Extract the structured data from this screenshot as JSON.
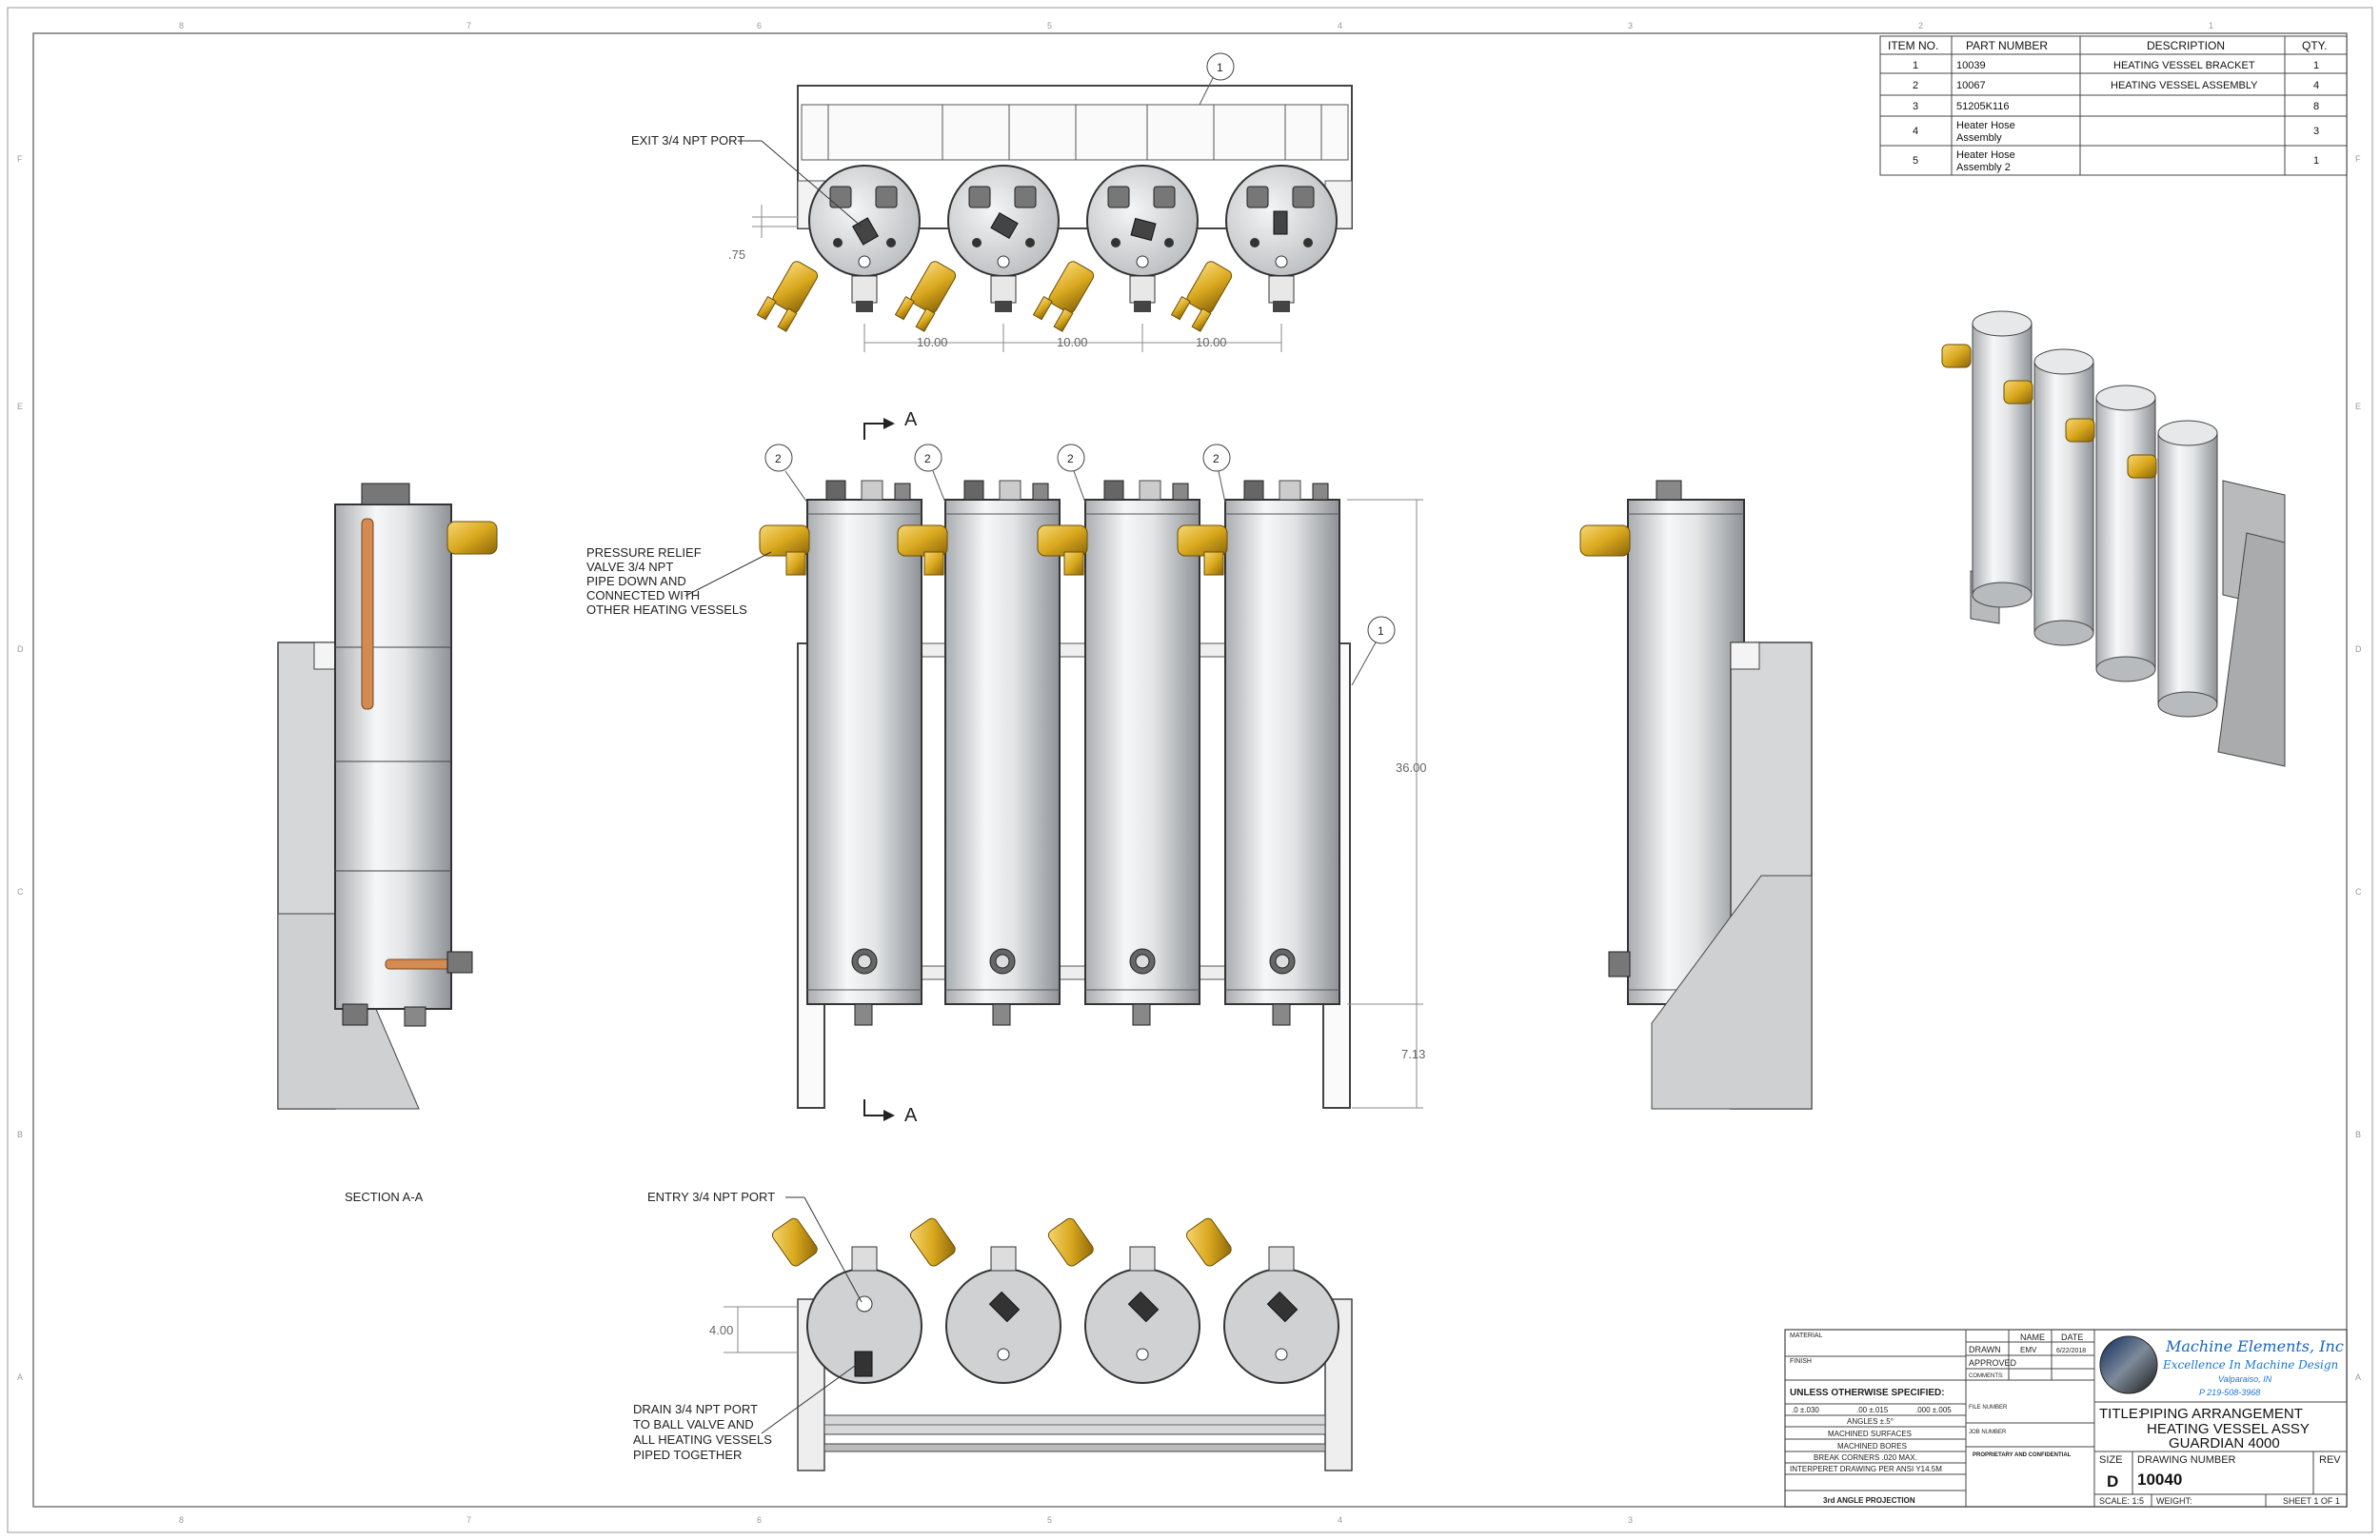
{
  "bom": {
    "headers": [
      "ITEM NO.",
      "PART NUMBER",
      "DESCRIPTION",
      "QTY."
    ],
    "rows": [
      {
        "item": "1",
        "part": "10039",
        "desc": "HEATING VESSEL BRACKET",
        "qty": "1"
      },
      {
        "item": "2",
        "part": "10067",
        "desc": "HEATING VESSEL ASSEMBLY",
        "qty": "4"
      },
      {
        "item": "3",
        "part": "51205K116",
        "desc": "",
        "qty": "8"
      },
      {
        "item": "4",
        "part": [
          "Heater Hose",
          "Assembly"
        ],
        "desc": "",
        "qty": "3"
      },
      {
        "item": "5",
        "part": [
          "Heater Hose",
          "Assembly 2"
        ],
        "desc": "",
        "qty": "1"
      }
    ]
  },
  "annotations": {
    "exit_port": "EXIT 3/4 NPT PORT",
    "relief_valve": [
      "PRESSURE RELIEF",
      "VALVE 3/4 NPT",
      "PIPE DOWN AND",
      "CONNECTED WITH",
      "OTHER HEATING VESSELS"
    ],
    "entry_port": "ENTRY 3/4 NPT PORT",
    "drain_port": [
      "DRAIN 3/4 NPT PORT",
      "TO BALL VALVE AND",
      "ALL HEATING VESSELS",
      "PIPED TOGETHER"
    ],
    "section_label": "SECTION A-A",
    "section_marker": "A"
  },
  "balloons": {
    "one": "1",
    "two": "2"
  },
  "dimensions": {
    "top_offset": ".75",
    "spacing": "10.00",
    "height": "36.00",
    "leg": "7.13",
    "bottom_offset": "4.00"
  },
  "border": {
    "columns": [
      "8",
      "7",
      "6",
      "5",
      "4",
      "3",
      "2",
      "1"
    ],
    "rows": [
      "F",
      "E",
      "D",
      "C",
      "B",
      "A"
    ]
  },
  "title_block": {
    "material": "MATERIAL",
    "finish": "FINISH",
    "name_hdr": "NAME",
    "date_hdr": "DATE",
    "drawn": "DRAWN",
    "drawn_name": "EMV",
    "drawn_date": "6/22/2018",
    "approved": "APPROVED",
    "comments": "COMMENTS:",
    "unless": "UNLESS OTHERWISE SPECIFIED:",
    "tol1": ".0 ±.030",
    "tol2": ".00 ±.015",
    "tol3": ".000 ±.005",
    "angles": "ANGLES ±.5°",
    "machined_surfaces": "MACHINED SURFACES",
    "machined_bores": "MACHINED BORES",
    "break_corners": "BREAK CORNERS .020 MAX.",
    "interpret": "INTERPERET DRAWING PER ANSI Y14.5M",
    "projection": "3rd ANGLE PROJECTION",
    "file_number": "FILE NUMBER",
    "job_number": "JOB NUMBER",
    "proprietary": "PROPRIETARY AND CONFIDENTIAL",
    "company": "Machine Elements, Inc",
    "tagline": "Excellence In Machine Design",
    "city": "Valparaiso, IN",
    "phone": "P  219-508-3968",
    "title_label": "TITLE:",
    "title_lines": [
      "PIPING ARRANGEMENT",
      "HEATING VESSEL ASSY",
      "GUARDIAN 4000"
    ],
    "size_label": "SIZE",
    "size": "D",
    "drawing_number_label": "DRAWING NUMBER",
    "drawing_number": "10040",
    "rev_label": "REV",
    "scale": "SCALE: 1:5",
    "weight": "WEIGHT:",
    "sheet": "SHEET 1 OF 1"
  }
}
